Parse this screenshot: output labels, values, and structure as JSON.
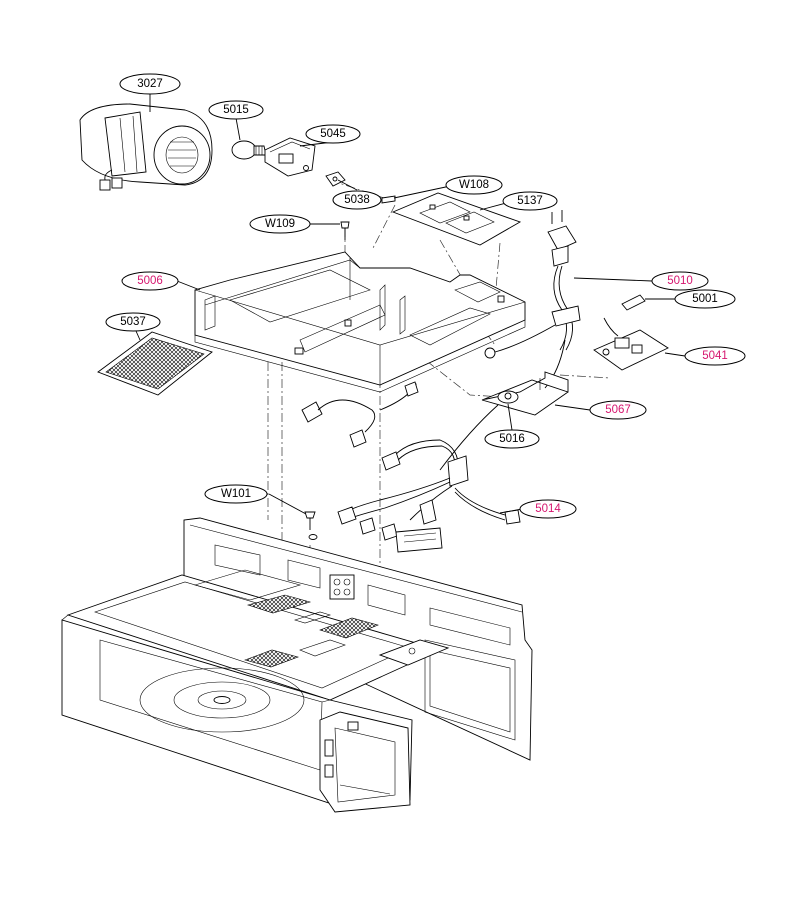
{
  "colors": {
    "standard": "#000000",
    "highlight": "#d6166f"
  },
  "callouts": [
    {
      "id": "3027",
      "text": "3027",
      "highlight": false
    },
    {
      "id": "5015",
      "text": "5015",
      "highlight": false
    },
    {
      "id": "5045",
      "text": "5045",
      "highlight": false
    },
    {
      "id": "5038",
      "text": "5038",
      "highlight": false
    },
    {
      "id": "w108",
      "text": "W108",
      "highlight": false
    },
    {
      "id": "5137",
      "text": "5137",
      "highlight": false
    },
    {
      "id": "w109",
      "text": "W109",
      "highlight": false
    },
    {
      "id": "5006",
      "text": "5006",
      "highlight": true
    },
    {
      "id": "5010",
      "text": "5010",
      "highlight": true
    },
    {
      "id": "5001",
      "text": "5001",
      "highlight": false
    },
    {
      "id": "5037",
      "text": "5037",
      "highlight": false
    },
    {
      "id": "5041",
      "text": "5041",
      "highlight": true
    },
    {
      "id": "5067",
      "text": "5067",
      "highlight": true
    },
    {
      "id": "5016",
      "text": "5016",
      "highlight": false
    },
    {
      "id": "w101",
      "text": "W101",
      "highlight": false
    },
    {
      "id": "5014",
      "text": "5014",
      "highlight": true
    }
  ]
}
